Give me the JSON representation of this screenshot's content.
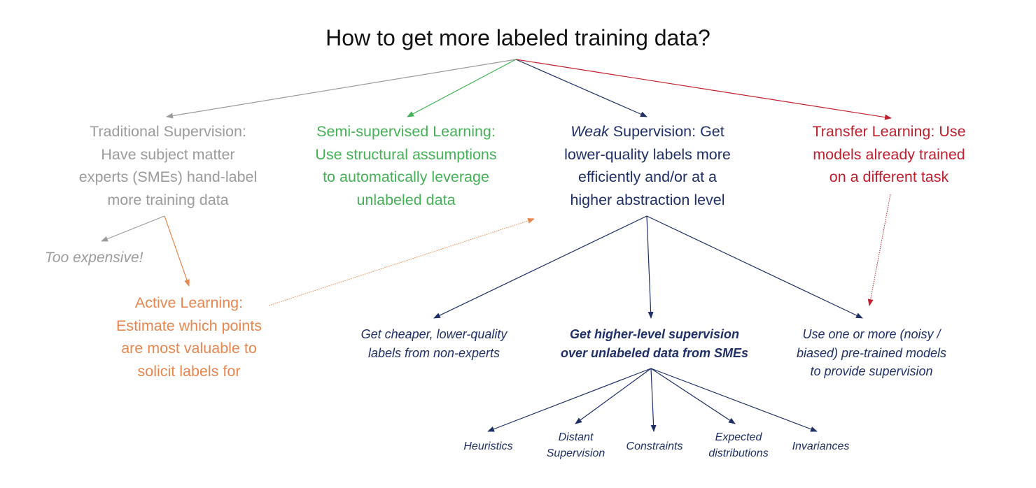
{
  "title": "How to get more labeled training data?",
  "traditional": {
    "heading": "Traditional Supervision:",
    "lines": [
      "Have subject matter",
      "experts (SMEs) hand-label",
      "more training data"
    ]
  },
  "too_expensive": "Too expensive!",
  "active": {
    "heading": "Active Learning:",
    "lines": [
      "Estimate which points",
      "are most valuable to",
      "solicit labels for"
    ]
  },
  "semi": {
    "heading": "Semi-supervised Learning:",
    "lines": [
      "Use structural assumptions",
      "to automatically leverage",
      "unlabeled data"
    ]
  },
  "weak": {
    "heading_em": "Weak",
    "heading_rest": " Supervision:",
    "heading_tail": " Get",
    "lines": [
      "lower-quality labels more",
      "efficiently and/or at a",
      "higher abstraction level"
    ]
  },
  "transfer": {
    "heading": "Transfer Learning:",
    "heading_tail": " Use",
    "lines": [
      "models already trained",
      "on a different task"
    ]
  },
  "cheaper": {
    "lines": [
      "Get cheaper, lower-quality",
      "labels from non-experts"
    ]
  },
  "higher_level": {
    "lines": [
      "Get higher-level supervision",
      "over unlabeled data from SMEs"
    ]
  },
  "pretrained": {
    "lines": [
      "Use one or more (noisy /",
      "biased) pre-trained models",
      "to provide supervision"
    ]
  },
  "leaves": {
    "heuristics": "Heuristics",
    "distant": [
      "Distant",
      "Supervision"
    ],
    "constraints": "Constraints",
    "expected": [
      "Expected",
      "distributions"
    ],
    "invariances": "Invariances"
  },
  "colors": {
    "gray": "#9b9b9b",
    "green": "#45b156",
    "navy": "#1f2f67",
    "red": "#c0202e",
    "orange": "#e8864e"
  }
}
